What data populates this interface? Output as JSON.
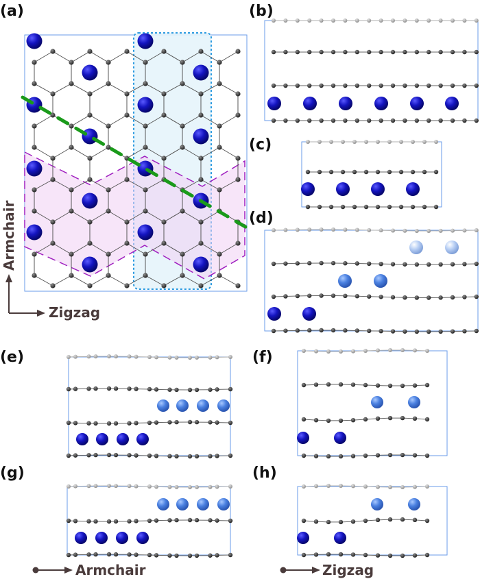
{
  "panel_labels": {
    "a": "(a)",
    "b": "(b)",
    "c": "(c)",
    "d": "(d)",
    "e": "(e)",
    "f": "(f)",
    "g": "(g)",
    "h": "(h)"
  },
  "axes": {
    "a_vertical": "Armchair",
    "a_horizontal": "Zigzag",
    "bottom_left": "Armchair",
    "bottom_right": "Zigzag"
  },
  "colors": {
    "frame": "#6a9be8",
    "carbon": "#3a3a3a",
    "carbon_top": "#a0a0a0",
    "na_dark": "#1010b0",
    "na_mid": "#4a80e0",
    "na_light": "#b0c8f0",
    "zigzag_region": "#e6f4fb",
    "zigzag_region_border": "#2a9ae0",
    "armchair_region": "#f0d0f4",
    "armchair_region_border": "#a020c0",
    "diagonal_line": "#1a9a1a",
    "axis_arrow": "#4a3b3b"
  }
}
